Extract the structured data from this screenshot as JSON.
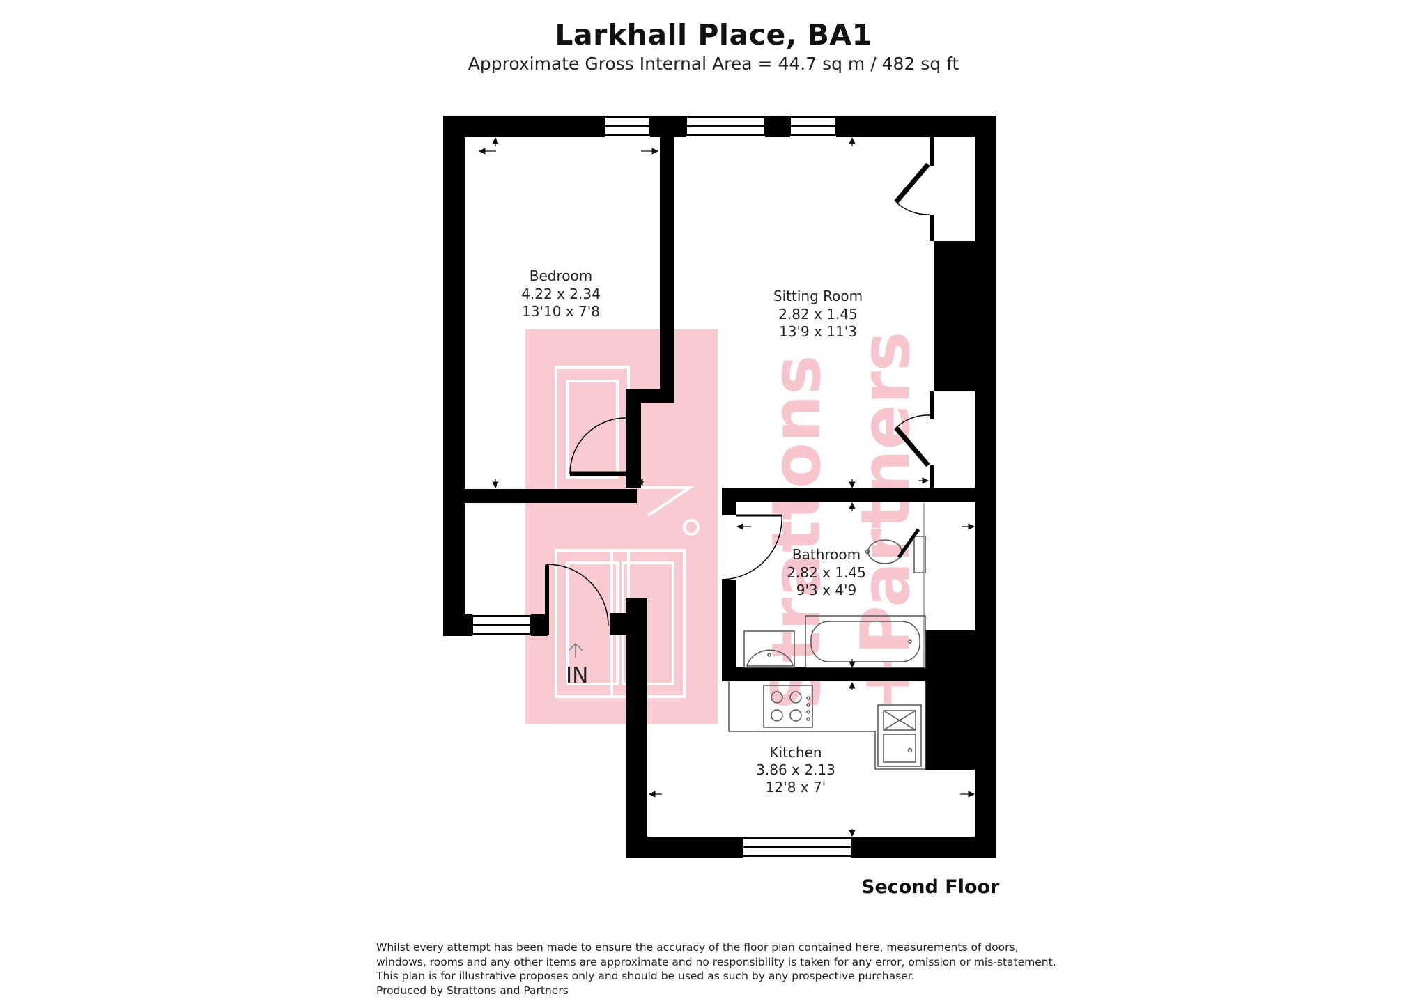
{
  "header": {
    "title": "Larkhall Place, BA1",
    "subtitle": "Approximate Gross Internal Area = 44.7 sq m / 482 sq ft"
  },
  "floor": {
    "label": "Second Floor",
    "entrance_label": "IN"
  },
  "rooms": [
    {
      "name": "Bedroom",
      "metric": "4.22 x 2.34",
      "imperial": "13'10 x 7'8"
    },
    {
      "name": "Sitting Room",
      "metric": "2.82 x 1.45",
      "imperial": "13'9 x 11'3"
    },
    {
      "name": "Bathroom",
      "metric": "2.82 x 1.45",
      "imperial": "9'3 x 4'9"
    },
    {
      "name": "Kitchen",
      "metric": "3.86 x 2.13",
      "imperial": "12'8 x 7'"
    }
  ],
  "watermark": {
    "line1": "Strattons",
    "line2": "+Partners",
    "color": "#f4b9c0"
  },
  "colors": {
    "wall": "#000000",
    "fixture": "#555555"
  },
  "disclaimer": [
    "Whilst every attempt has been made to ensure the accuracy of the floor plan contained here, measurements of doors,",
    "windows, rooms and any other items are approximate and no responsibility is taken for any error, omission or mis-statement.",
    "This plan is for illustrative proposes only and should be used as such by any prospective purchaser.",
    "Produced by Strattons and Partners"
  ]
}
